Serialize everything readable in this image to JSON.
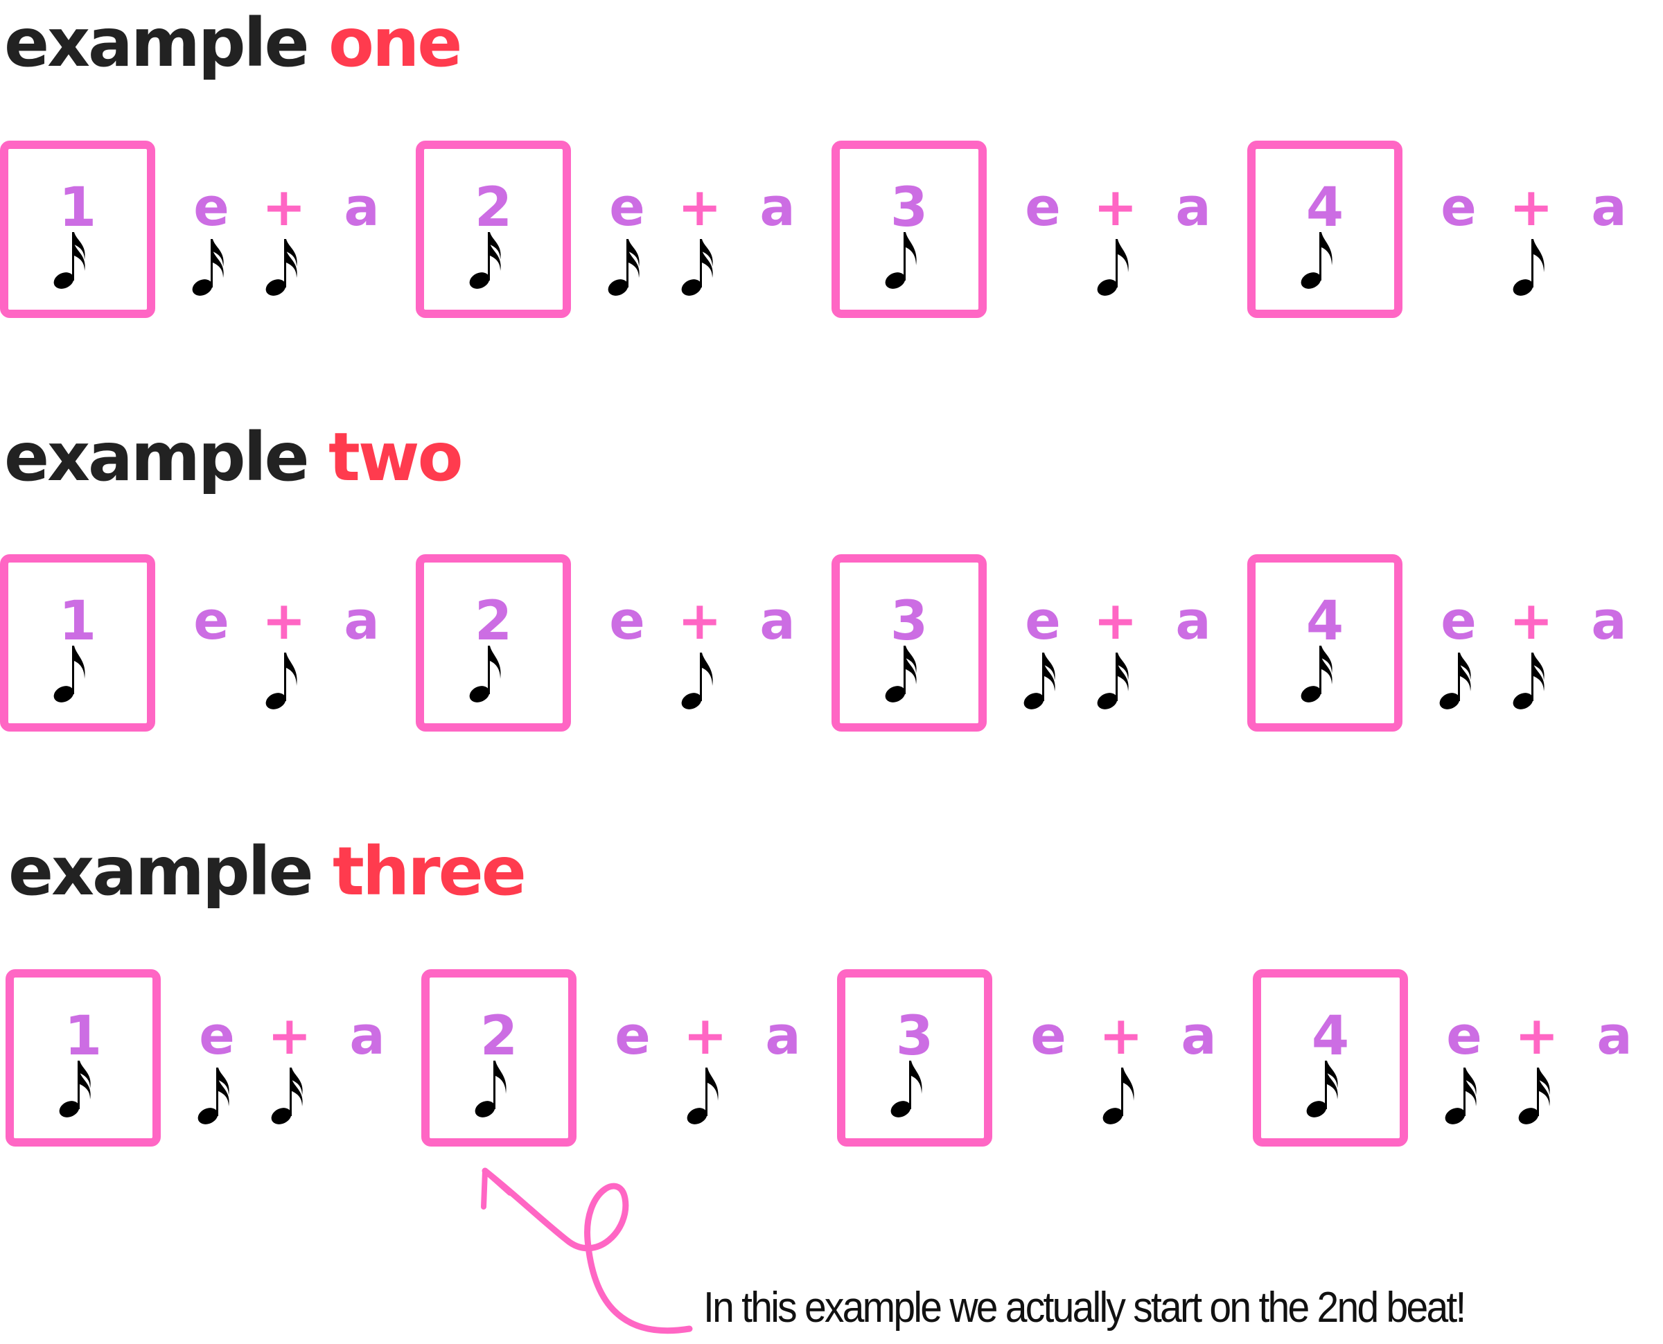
{
  "colors": {
    "heading_text": "#222222",
    "heading_accent": "#ff3b4e",
    "box_border": "#ff66c4",
    "syllable": "#cc6de3",
    "plus": "#ff66c4",
    "note": "#000000",
    "arrow": "#ff66c4"
  },
  "icons": {
    "eighth": "eighth-note-icon",
    "sixteenth": "sixteenth-note-icon"
  },
  "examples": [
    {
      "heading_prefix": "example",
      "heading_accent": "one",
      "beats": [
        {
          "number": "1",
          "e": "e",
          "plus": "+",
          "a": "a",
          "notes": {
            "beat": "sixteenth",
            "e": "sixteenth",
            "plus": "sixteenth",
            "a": null
          }
        },
        {
          "number": "2",
          "e": "e",
          "plus": "+",
          "a": "a",
          "notes": {
            "beat": "sixteenth",
            "e": "sixteenth",
            "plus": "sixteenth",
            "a": null
          }
        },
        {
          "number": "3",
          "e": "e",
          "plus": "+",
          "a": "a",
          "notes": {
            "beat": "eighth",
            "e": null,
            "plus": "eighth",
            "a": null
          }
        },
        {
          "number": "4",
          "e": "e",
          "plus": "+",
          "a": "a",
          "notes": {
            "beat": "eighth",
            "e": null,
            "plus": "eighth",
            "a": null
          }
        }
      ]
    },
    {
      "heading_prefix": "example",
      "heading_accent": "two",
      "beats": [
        {
          "number": "1",
          "e": "e",
          "plus": "+",
          "a": "a",
          "notes": {
            "beat": "eighth",
            "e": null,
            "plus": "eighth",
            "a": null
          }
        },
        {
          "number": "2",
          "e": "e",
          "plus": "+",
          "a": "a",
          "notes": {
            "beat": "eighth",
            "e": null,
            "plus": "eighth",
            "a": null
          }
        },
        {
          "number": "3",
          "e": "e",
          "plus": "+",
          "a": "a",
          "notes": {
            "beat": "sixteenth",
            "e": "sixteenth",
            "plus": "sixteenth",
            "a": null
          }
        },
        {
          "number": "4",
          "e": "e",
          "plus": "+",
          "a": "a",
          "notes": {
            "beat": "sixteenth",
            "e": "sixteenth",
            "plus": "sixteenth",
            "a": null
          }
        }
      ]
    },
    {
      "heading_prefix": "example",
      "heading_accent": "three",
      "beats": [
        {
          "number": "1",
          "e": "e",
          "plus": "+",
          "a": "a",
          "notes": {
            "beat": "sixteenth",
            "e": "sixteenth",
            "plus": "sixteenth",
            "a": null
          }
        },
        {
          "number": "2",
          "e": "e",
          "plus": "+",
          "a": "a",
          "notes": {
            "beat": "eighth",
            "e": null,
            "plus": "eighth",
            "a": null
          }
        },
        {
          "number": "3",
          "e": "e",
          "plus": "+",
          "a": "a",
          "notes": {
            "beat": "eighth",
            "e": null,
            "plus": "eighth",
            "a": null
          }
        },
        {
          "number": "4",
          "e": "e",
          "plus": "+",
          "a": "a",
          "notes": {
            "beat": "sixteenth",
            "e": "sixteenth",
            "plus": "sixteenth",
            "a": null
          }
        }
      ]
    }
  ],
  "annotation": {
    "text": "In this example we actually start on the 2nd beat!",
    "points_to": "example three, beat 2"
  }
}
